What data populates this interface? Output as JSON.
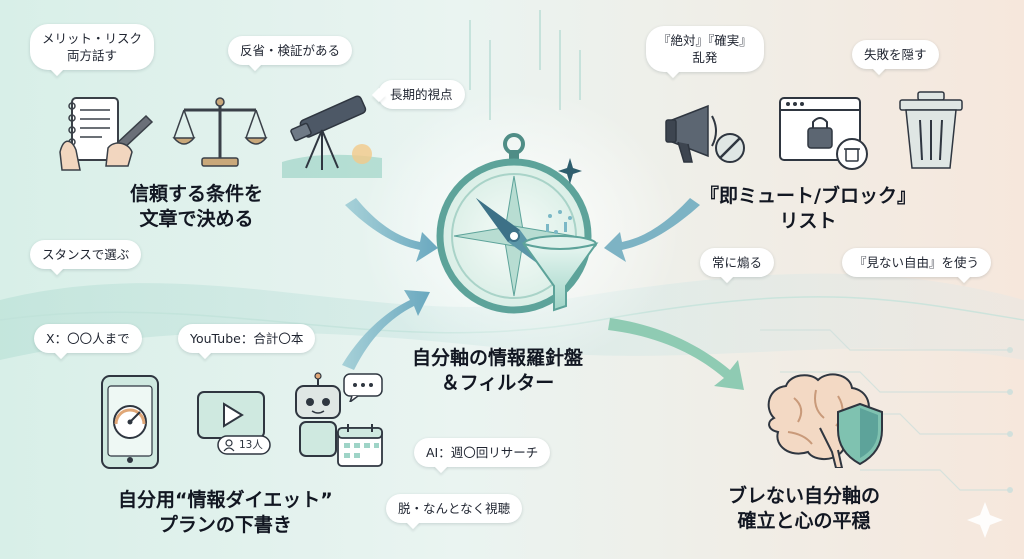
{
  "left_top": {
    "bubbles": {
      "merit_risk": [
        "メリット・リスク",
        "両方話す"
      ],
      "reflection": "反省・検証がある",
      "long_term": "長期的視点",
      "stance": "スタンスで選ぶ"
    },
    "heading": [
      "信頼する条件を",
      "文章で決める"
    ]
  },
  "right_top": {
    "bubbles": {
      "absolute": [
        "『絶対』『確実』",
        "乱発"
      ],
      "hide_failure": "失敗を隠す",
      "always_incite": "常に煽る",
      "freedom": "『見ない自由』を使う"
    },
    "heading": [
      "『即ミュート/ブロック』",
      "リスト"
    ]
  },
  "center": {
    "heading": [
      "自分軸の情報羅針盤",
      "＆フィルター"
    ]
  },
  "left_bottom": {
    "bubbles": {
      "x_limit": "X：〇〇人まで",
      "youtube": "YouTube：合計〇本",
      "ai_research": "AI：週〇回リサーチ",
      "quit": "脱・なんとなく視聴"
    },
    "video_badge": "13人",
    "heading": [
      "自分用“情報ダイエット”",
      "プランの下書き"
    ]
  },
  "right_bottom": {
    "heading": [
      "ブレない自分軸の",
      "確立と心の平穏"
    ]
  },
  "colors": {
    "accent_teal": "#6fb8ab",
    "arrow_blue": "#7fb2c6",
    "background_left": "#dff0ea",
    "background_right": "#f6e6da"
  },
  "icons": [
    "document-hand-icon",
    "scales-icon",
    "telescope-icon",
    "megaphone-icon",
    "lock-browser-icon",
    "trash-icon",
    "compass-icon",
    "funnel-icon",
    "phone-gauge-icon",
    "video-icon",
    "robot-icon",
    "calendar-icon",
    "brain-shield-icon"
  ]
}
